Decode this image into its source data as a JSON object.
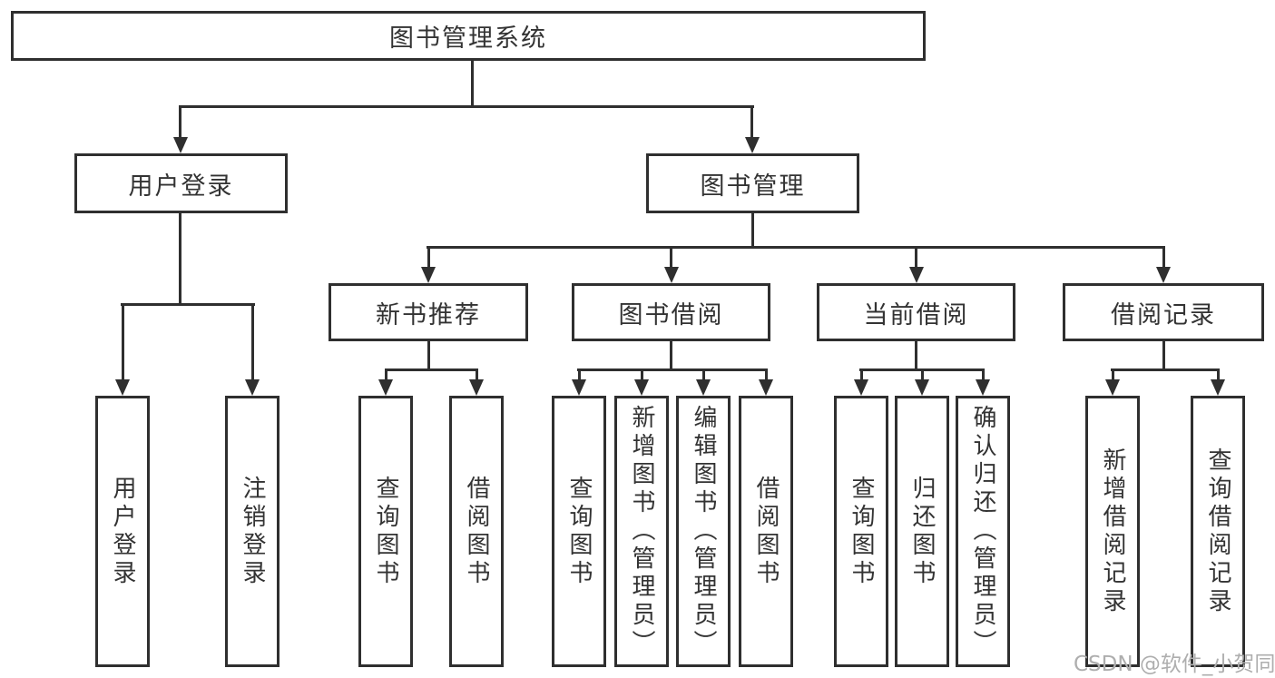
{
  "diagram": {
    "root": "图书管理系统",
    "branches": [
      {
        "label": "用户登录",
        "leaves": [
          "用户登录",
          "注销登录"
        ]
      },
      {
        "label": "图书管理",
        "groups": [
          {
            "label": "新书推荐",
            "leaves": [
              "查询图书",
              "借阅图书"
            ]
          },
          {
            "label": "图书借阅",
            "leaves": [
              "查询图书",
              "新增图书（管理员）",
              "编辑图书（管理员）",
              "借阅图书"
            ]
          },
          {
            "label": "当前借阅",
            "leaves": [
              "查询图书",
              "归还图书",
              "确认归还（管理员）"
            ]
          },
          {
            "label": "借阅记录",
            "leaves": [
              "新增借阅记录",
              "查询借阅记录"
            ]
          }
        ]
      }
    ]
  },
  "watermark": {
    "text": "CSDN @软件_小贺同学"
  },
  "colors": {
    "line": "#2f2f2f",
    "text": "#333333",
    "watermark": "#aeaeae"
  }
}
